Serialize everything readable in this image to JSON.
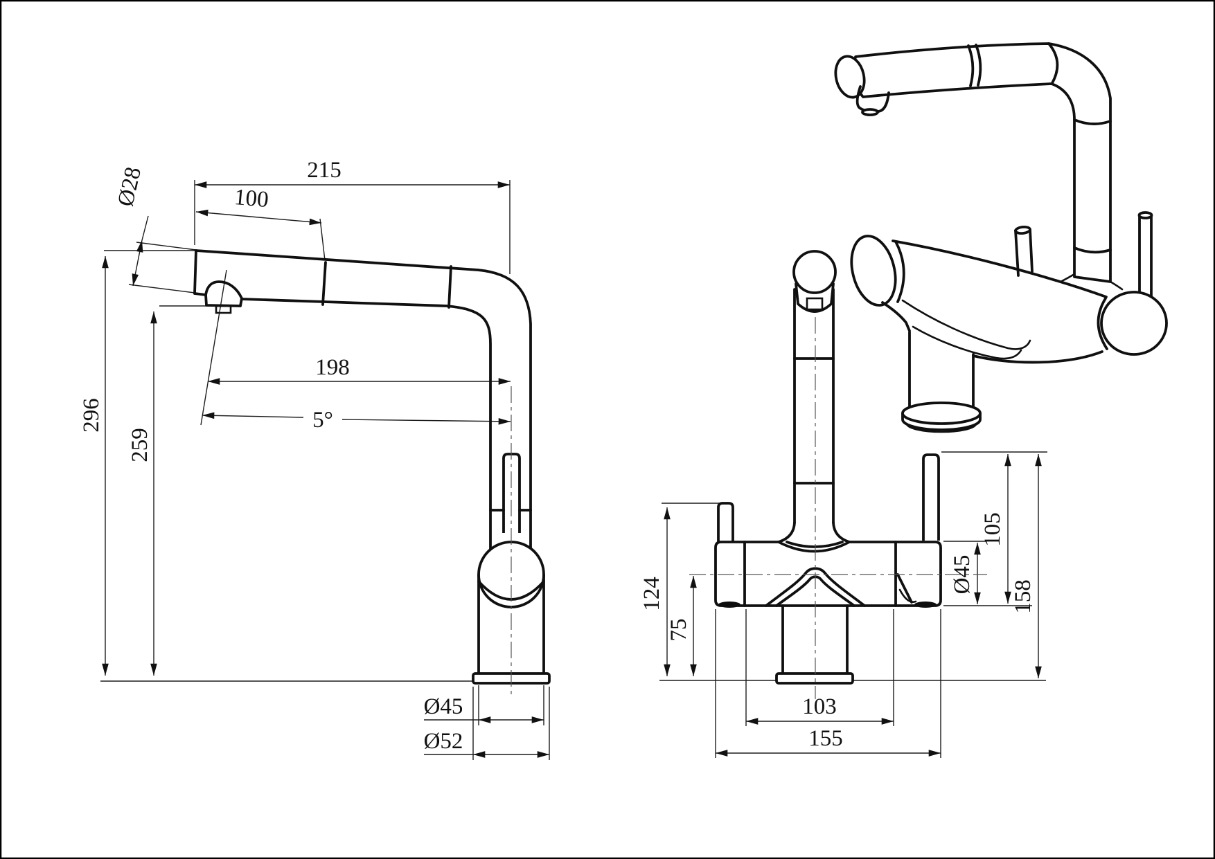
{
  "side_view": {
    "reach": "215",
    "spout_section": "100",
    "spout_diameter": "Ø28",
    "outlet_reach": "198",
    "spout_angle": "5°",
    "overall_height": "296",
    "outlet_height": "259",
    "column_diameter": "Ø45",
    "flange_diameter": "Ø52"
  },
  "front_view": {
    "handle_top_height": "124",
    "body_centre_height": "75",
    "port_spacing": "103",
    "body_length": "155",
    "body_diameter": "Ø45",
    "handle_rise": "105",
    "handle_height": "158"
  }
}
